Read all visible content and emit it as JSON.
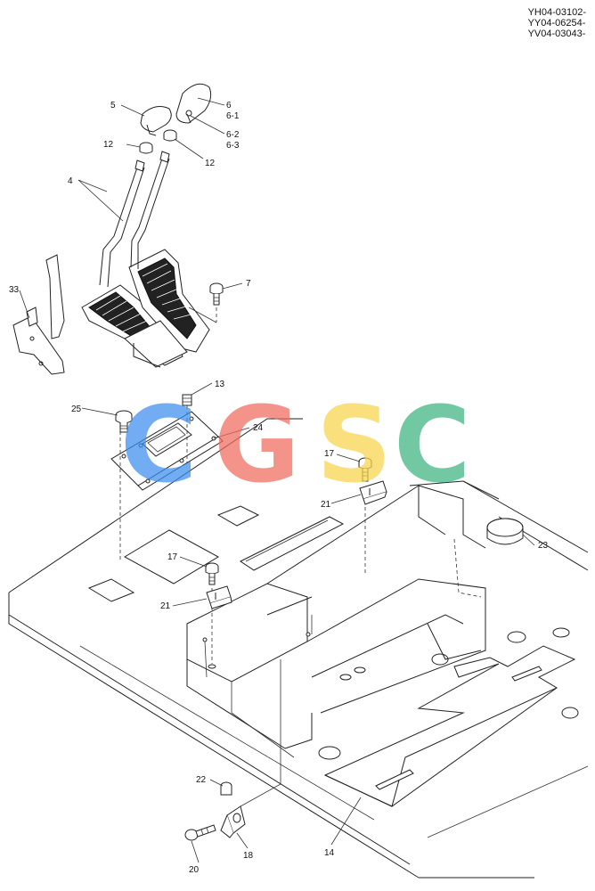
{
  "reference_codes": [
    "YH04-03102-",
    "YY04-06254-",
    "YV04-03043-"
  ],
  "watermark": {
    "letters": [
      "C",
      "G",
      "S",
      "C"
    ],
    "colors": [
      "#3d8ef0",
      "#f06a5e",
      "#f8d54a",
      "#3db37f"
    ]
  },
  "callouts": {
    "p4": "4",
    "p5": "5",
    "p6": "6",
    "p6_1": "6-1",
    "p6_2": "6-2",
    "p6_3": "6-3",
    "p7": "7",
    "p12a": "12",
    "p12b": "12",
    "p13": "13",
    "p14": "14",
    "p17a": "17",
    "p17b": "17",
    "p18": "18",
    "p20": "20",
    "p21a": "21",
    "p21b": "21",
    "p22": "22",
    "p23": "23",
    "p24": "24",
    "p25": "25",
    "p33": "33"
  }
}
